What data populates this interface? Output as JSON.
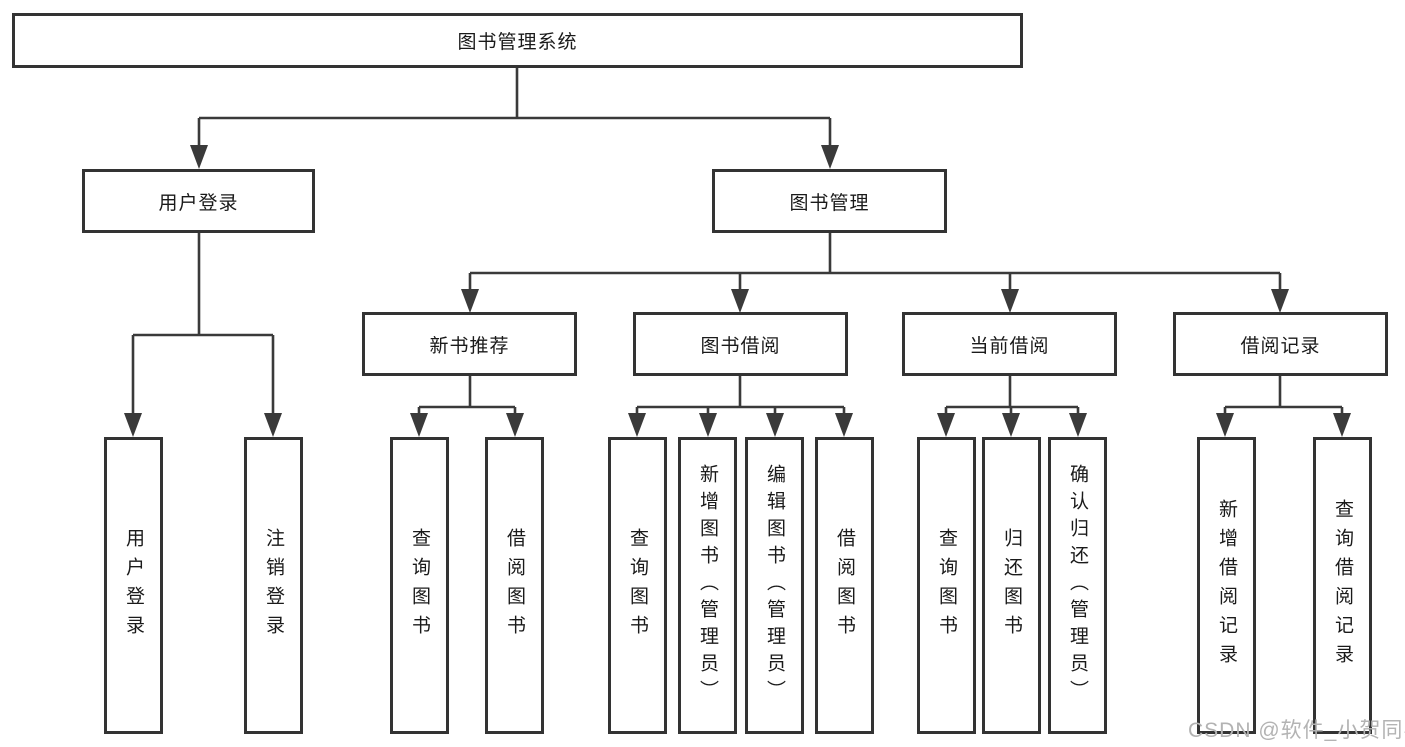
{
  "diagram": {
    "root": {
      "label": "图书管理系统"
    },
    "level2": [
      {
        "label": "用户登录"
      },
      {
        "label": "图书管理"
      }
    ],
    "level3": [
      {
        "label": "新书推荐"
      },
      {
        "label": "图书借阅"
      },
      {
        "label": "当前借阅"
      },
      {
        "label": "借阅记录"
      }
    ],
    "leaf_groups": [
      {
        "parent": "用户登录",
        "items": [
          "用户登录",
          "注销登录"
        ]
      },
      {
        "parent": "新书推荐",
        "items": [
          "查询图书",
          "借阅图书"
        ]
      },
      {
        "parent": "图书借阅",
        "items": [
          "查询图书",
          "新增图书（管理员）",
          "编辑图书（管理员）",
          "借阅图书"
        ]
      },
      {
        "parent": "当前借阅",
        "items": [
          "查询图书",
          "归还图书",
          "确认归还（管理员）"
        ]
      },
      {
        "parent": "借阅记录",
        "items": [
          "新增借阅记录",
          "查询借阅记录"
        ]
      }
    ],
    "watermark": "CSDN @软件_小贺同学",
    "colors": {
      "line": "#3a3a3a",
      "border": "#333333",
      "text": "#1a1a1a",
      "watermark": "#b3b3b3",
      "background": "#ffffff"
    }
  }
}
